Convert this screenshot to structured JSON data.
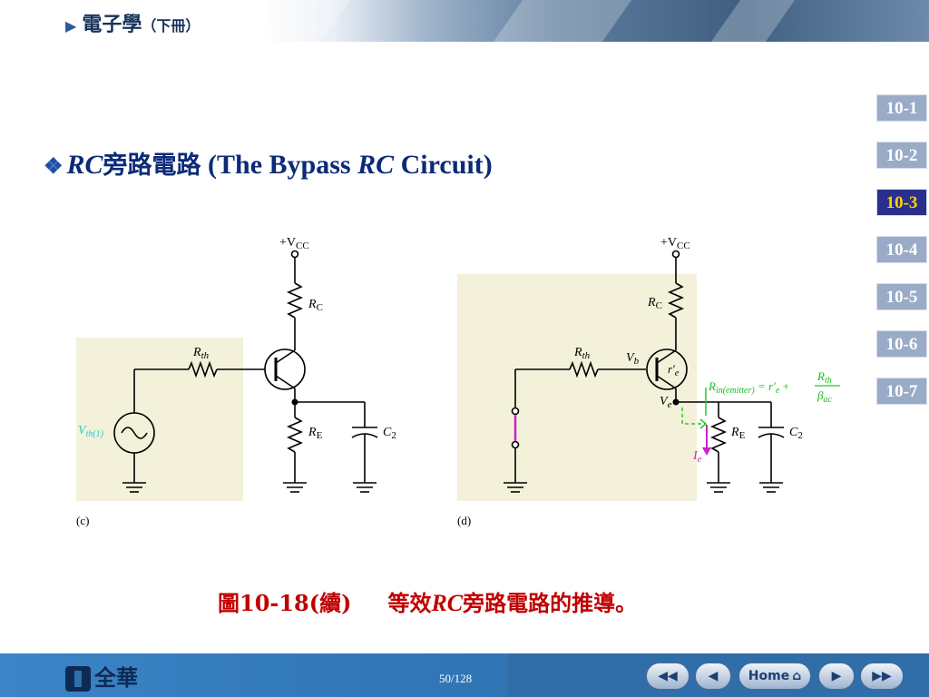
{
  "header": {
    "title": "電子學",
    "subtitle": "（下冊）"
  },
  "slide": {
    "bullet": "❖",
    "title_rc": "RC",
    "title_cn": "旁路電路",
    "title_en_a": " (The Bypass ",
    "title_en_rc": "RC",
    "title_en_b": " Circuit)"
  },
  "nav": [
    {
      "label": "10-1",
      "active": false
    },
    {
      "label": "10-2",
      "active": false
    },
    {
      "label": "10-3",
      "active": true
    },
    {
      "label": "10-4",
      "active": false
    },
    {
      "label": "10-5",
      "active": false
    },
    {
      "label": "10-6",
      "active": false
    },
    {
      "label": "10-7",
      "active": false
    }
  ],
  "circuit_c": {
    "label": "(c)",
    "vcc": "+V",
    "vcc_sub": "CC",
    "rc": "R",
    "rc_sub": "C",
    "rth": "R",
    "rth_sub": "th",
    "re": "R",
    "re_sub": "E",
    "c2": "C",
    "c2_sub": "2",
    "source": "V",
    "source_sub": "th(1)"
  },
  "circuit_d": {
    "label": "(d)",
    "vcc": "+V",
    "vcc_sub": "CC",
    "rc": "R",
    "rc_sub": "C",
    "rth": "R",
    "rth_sub": "th",
    "vb": "V",
    "vb_sub": "b",
    "ve": "V",
    "ve_sub": "e",
    "re_prime": "r′",
    "re_prime_sub": "e",
    "re": "R",
    "re_sub": "E",
    "c2": "C",
    "c2_sub": "2",
    "ie": "I",
    "ie_sub": "e",
    "formula_lhs": "R",
    "formula_lhs_sub": "in(emitter)",
    "formula_mid": " = r′",
    "formula_mid_sub": "e",
    "formula_plus": " +",
    "formula_num": "R",
    "formula_num_sub": "th",
    "formula_den": "β",
    "formula_den_sub": "ac"
  },
  "caption": {
    "fig": "圖10-18(續)",
    "text_a": "等效",
    "text_rc": "RC",
    "text_b": "旁路電路的推導。"
  },
  "footer": {
    "logo": "全華",
    "page": "50/128",
    "home": "Home"
  },
  "icons": [
    "first-page-icon",
    "previous-page-icon",
    "home-icon",
    "next-page-icon",
    "last-page-icon"
  ],
  "colors": {
    "title": "#0c2a78",
    "caption": "#c00000",
    "nav_active": "#2a2f8c",
    "nav_active_text": "#ffd400",
    "panel": "#f3f1da",
    "formula": "#22cc22",
    "current": "#cc22cc",
    "source": "#22cccc"
  }
}
